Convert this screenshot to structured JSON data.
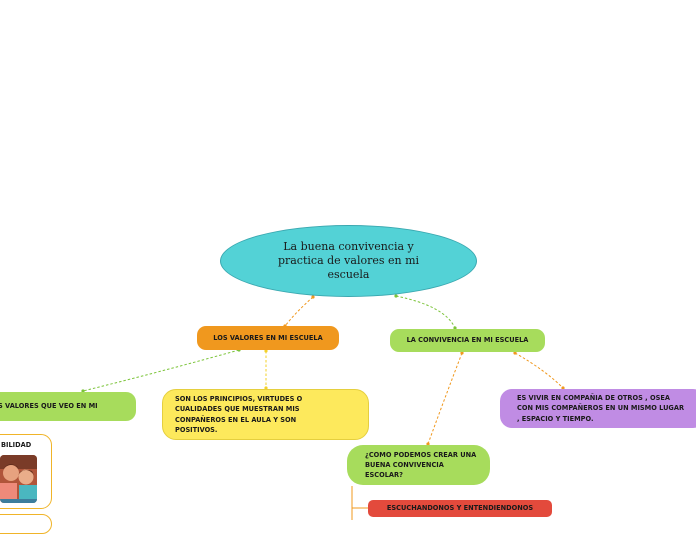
{
  "center": {
    "label": "La buena convivencia y practica de valores en mi escuela"
  },
  "valores": {
    "label": "LOS VALORES EN MI ESCUELA"
  },
  "convivencia": {
    "label": "LA CONVIVENCIA EN MI ESCUELA"
  },
  "vemos": {
    "label": "S VALORES QUE VEO EN MI"
  },
  "principios": {
    "label": "SON LOS PRINCIPIOS, VIRTUDES O CUALIDADES QUE MUESTRAN MIS CONPAÑEROS EN EL AULA Y SON POSITIVOS."
  },
  "vivir": {
    "label": "ES VIVIR EN COMPAÑIA DE OTROS , OSEA CON MIS COMPAÑEROS EN UN MISMO LUGAR , ESPACIO Y TIEMPO."
  },
  "como": {
    "label": "¿COMO PODEMOS CREAR UNA BUENA CONVIVENCIA ESCOLAR?"
  },
  "escuchando": {
    "label": "ESCUCHANDONOS Y ENTENDIENDONOS"
  },
  "bilidad": {
    "label": "BILIDAD"
  },
  "colors": {
    "center": "#53d2d6",
    "orange": "#f0981e",
    "green": "#a7dc5c",
    "yellow": "#fde95c",
    "purple": "#c08ce4",
    "red": "#e34a3c"
  }
}
